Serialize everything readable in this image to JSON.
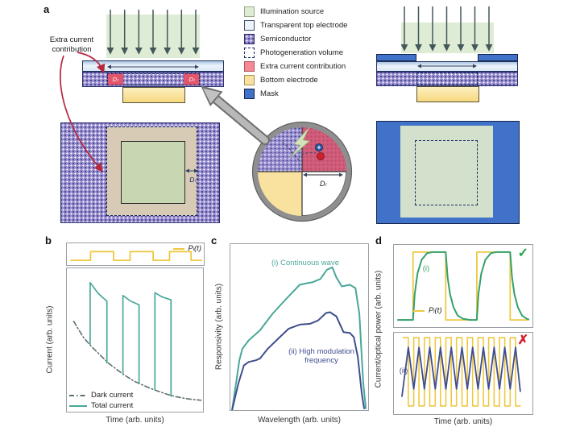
{
  "figure": {
    "panel_a": {
      "label": "a",
      "extra_current_label": "Extra current contribution",
      "d_l_label": "Dₗ",
      "legend_items": [
        {
          "label": "Illumination source",
          "swatch": "illumination"
        },
        {
          "label": "Transparent top electrode",
          "swatch": "electrode-top"
        },
        {
          "label": "Semiconductor",
          "swatch": "semiconductor"
        },
        {
          "label": "Photogeneration volume",
          "swatch": "photogen"
        },
        {
          "label": "Extra current contribution",
          "swatch": "extra-current"
        },
        {
          "label": "Bottom electrode",
          "swatch": "bottom-electrode"
        },
        {
          "label": "Mask",
          "swatch": "mask"
        }
      ]
    },
    "panel_b": {
      "label": "b"
    },
    "panel_c": {
      "label": "c"
    },
    "panel_d": {
      "label": "d"
    }
  },
  "colors": {
    "teal_curve": "#4aa79a",
    "navy_curve": "#3f4e8d",
    "yellow_curve": "#eec843",
    "dark_current": "#5f6f6f",
    "response_green": "#35a06b",
    "check_green": "#27a348",
    "cross_red": "#d41f2f",
    "semiconductor_purple": "#998fd0",
    "mask_blue": "#3f72c8",
    "bottom_electrode_yellow": "#f9e2a0",
    "extra_current_red": "#e2566c",
    "illumination_green": "#dfecd5",
    "red_arrow": "#b5273d"
  },
  "chart_data": [
    {
      "id": "chart-b-power",
      "type": "line",
      "panel": "b",
      "series": [
        {
          "name": "Pᵢ(t)",
          "color": "#eec843",
          "width": 1.8,
          "points": [
            [
              0.03,
              0.22
            ],
            [
              0.173,
              0.22
            ],
            [
              0.173,
              0.62
            ],
            [
              0.341,
              0.62
            ],
            [
              0.341,
              0.22
            ],
            [
              0.462,
              0.22
            ],
            [
              0.462,
              0.62
            ],
            [
              0.63,
              0.62
            ],
            [
              0.63,
              0.22
            ],
            [
              0.75,
              0.22
            ],
            [
              0.75,
              0.62
            ],
            [
              0.907,
              0.62
            ],
            [
              0.907,
              0.22
            ],
            [
              0.985,
              0.22
            ]
          ]
        }
      ]
    },
    {
      "id": "chart-b-current",
      "type": "line",
      "panel": "b",
      "xlabel": "Time (arb. units)",
      "ylabel": "Current (arb. units)",
      "legend_position": "bottom-left",
      "series": [
        {
          "name": "Dark current",
          "color": "#5f6f6f",
          "width": 1.6,
          "dash": "6 3 1.5 3",
          "points": [
            [
              0.05,
              0.63
            ],
            [
              0.12,
              0.52
            ],
            [
              0.18,
              0.455
            ],
            [
              0.25,
              0.39
            ],
            [
              0.31,
              0.335
            ],
            [
              0.38,
              0.285
            ],
            [
              0.44,
              0.245
            ],
            [
              0.5,
              0.21
            ],
            [
              0.56,
              0.185
            ],
            [
              0.62,
              0.16
            ],
            [
              0.68,
              0.14
            ],
            [
              0.74,
              0.12
            ],
            [
              0.8,
              0.105
            ],
            [
              0.87,
              0.092
            ],
            [
              0.93,
              0.085
            ],
            [
              0.985,
              0.08
            ]
          ]
        },
        {
          "name": "Total current",
          "color": "#4aa79a",
          "width": 1.7,
          "segments": [
            [
              [
                0.171,
                0.462
              ],
              [
                0.171,
                0.9
              ],
              [
                0.23,
                0.825
              ],
              [
                0.294,
                0.77
              ],
              [
                0.294,
                0.34
              ]
            ],
            [
              [
                0.412,
                0.26
              ],
              [
                0.412,
                0.81
              ],
              [
                0.47,
                0.77
              ],
              [
                0.53,
                0.745
              ],
              [
                0.53,
                0.195
              ]
            ],
            [
              [
                0.647,
                0.15
              ],
              [
                0.647,
                0.83
              ],
              [
                0.7,
                0.8
              ],
              [
                0.765,
                0.78
              ],
              [
                0.765,
                0.108
              ]
            ]
          ]
        }
      ]
    },
    {
      "id": "chart-c",
      "type": "line",
      "panel": "c",
      "xlabel": "Wavelength (arb. units)",
      "ylabel": "Responsivity (arb. units)",
      "series": [
        {
          "name": "(i) Continuous wave",
          "color": "#4aa79a",
          "width": 2,
          "points": [
            [
              0.012,
              0.0
            ],
            [
              0.03,
              0.1
            ],
            [
              0.046,
              0.19
            ],
            [
              0.065,
              0.3
            ],
            [
              0.087,
              0.37
            ],
            [
              0.133,
              0.42
            ],
            [
              0.214,
              0.48
            ],
            [
              0.306,
              0.58
            ],
            [
              0.405,
              0.67
            ],
            [
              0.503,
              0.755
            ],
            [
              0.56,
              0.765
            ],
            [
              0.595,
              0.77
            ],
            [
              0.653,
              0.79
            ],
            [
              0.7,
              0.845
            ],
            [
              0.74,
              0.86
            ],
            [
              0.769,
              0.8
            ],
            [
              0.809,
              0.745
            ],
            [
              0.867,
              0.755
            ],
            [
              0.908,
              0.735
            ],
            [
              0.936,
              0.58
            ],
            [
              0.955,
              0.3
            ],
            [
              0.965,
              0.16
            ],
            [
              0.983,
              0.01
            ]
          ]
        },
        {
          "name": "(ii) High modulation frequency",
          "color": "#3f4e8d",
          "width": 2,
          "points": [
            [
              0.012,
              0.0
            ],
            [
              0.035,
              0.08
            ],
            [
              0.058,
              0.16
            ],
            [
              0.098,
              0.27
            ],
            [
              0.133,
              0.29
            ],
            [
              0.185,
              0.3
            ],
            [
              0.214,
              0.31
            ],
            [
              0.272,
              0.37
            ],
            [
              0.347,
              0.43
            ],
            [
              0.422,
              0.49
            ],
            [
              0.503,
              0.515
            ],
            [
              0.578,
              0.52
            ],
            [
              0.636,
              0.54
            ],
            [
              0.694,
              0.585
            ],
            [
              0.723,
              0.59
            ],
            [
              0.769,
              0.565
            ],
            [
              0.821,
              0.47
            ],
            [
              0.867,
              0.465
            ],
            [
              0.896,
              0.44
            ],
            [
              0.925,
              0.32
            ],
            [
              0.954,
              0.1
            ],
            [
              0.971,
              0.01
            ]
          ]
        }
      ]
    },
    {
      "id": "chart-d-top",
      "type": "line",
      "panel": "d",
      "verdict": "✓",
      "xlabel": "Time (arb. units)",
      "ylabel": "Current/optical power (arb. units)",
      "series": [
        {
          "name": "Pᵢ(t)",
          "color": "#eec843",
          "width": 1.8,
          "points": [
            [
              0.029,
              0.087
            ],
            [
              0.138,
              0.087
            ],
            [
              0.138,
              0.913
            ],
            [
              0.374,
              0.913
            ],
            [
              0.374,
              0.087
            ],
            [
              0.598,
              0.087
            ],
            [
              0.598,
              0.913
            ],
            [
              0.839,
              0.913
            ],
            [
              0.839,
              0.087
            ],
            [
              0.971,
              0.087
            ]
          ]
        },
        {
          "name": "(i)",
          "color": "#35a06b",
          "width": 2,
          "points": [
            [
              0.029,
              0.087
            ],
            [
              0.138,
              0.087
            ],
            [
              0.15,
              0.4
            ],
            [
              0.17,
              0.65
            ],
            [
              0.2,
              0.82
            ],
            [
              0.24,
              0.9
            ],
            [
              0.28,
              0.913
            ],
            [
              0.374,
              0.913
            ],
            [
              0.388,
              0.6
            ],
            [
              0.405,
              0.4
            ],
            [
              0.43,
              0.24
            ],
            [
              0.46,
              0.14
            ],
            [
              0.5,
              0.1
            ],
            [
              0.55,
              0.087
            ],
            [
              0.598,
              0.087
            ],
            [
              0.61,
              0.4
            ],
            [
              0.63,
              0.65
            ],
            [
              0.66,
              0.82
            ],
            [
              0.7,
              0.9
            ],
            [
              0.74,
              0.913
            ],
            [
              0.839,
              0.913
            ],
            [
              0.853,
              0.6
            ],
            [
              0.87,
              0.4
            ],
            [
              0.895,
              0.24
            ],
            [
              0.925,
              0.14
            ],
            [
              0.96,
              0.1
            ],
            [
              0.971,
              0.095
            ]
          ]
        }
      ]
    },
    {
      "id": "chart-d-bottom",
      "type": "line",
      "panel": "d",
      "verdict": "✗",
      "series": [
        {
          "name": "Pᵢ(t)",
          "color": "#eec843",
          "width": 1.6,
          "points": [
            [
              0.065,
              0.94
            ],
            [
              0.104,
              0.94
            ],
            [
              0.104,
              0.1
            ],
            [
              0.143,
              0.1
            ],
            [
              0.143,
              0.94
            ],
            [
              0.181,
              0.94
            ],
            [
              0.181,
              0.1
            ],
            [
              0.22,
              0.1
            ],
            [
              0.22,
              0.94
            ],
            [
              0.259,
              0.94
            ],
            [
              0.259,
              0.1
            ],
            [
              0.298,
              0.1
            ],
            [
              0.298,
              0.94
            ],
            [
              0.336,
              0.94
            ],
            [
              0.336,
              0.1
            ],
            [
              0.375,
              0.1
            ],
            [
              0.375,
              0.94
            ],
            [
              0.414,
              0.94
            ],
            [
              0.414,
              0.1
            ],
            [
              0.452,
              0.1
            ],
            [
              0.452,
              0.94
            ],
            [
              0.491,
              0.94
            ],
            [
              0.491,
              0.1
            ],
            [
              0.53,
              0.1
            ],
            [
              0.53,
              0.94
            ],
            [
              0.568,
              0.94
            ],
            [
              0.568,
              0.1
            ],
            [
              0.607,
              0.1
            ],
            [
              0.607,
              0.94
            ],
            [
              0.646,
              0.94
            ],
            [
              0.646,
              0.1
            ],
            [
              0.684,
              0.1
            ],
            [
              0.684,
              0.94
            ],
            [
              0.723,
              0.94
            ],
            [
              0.723,
              0.1
            ],
            [
              0.762,
              0.1
            ],
            [
              0.762,
              0.94
            ],
            [
              0.8,
              0.94
            ],
            [
              0.8,
              0.1
            ],
            [
              0.839,
              0.1
            ],
            [
              0.839,
              0.94
            ],
            [
              0.878,
              0.94
            ],
            [
              0.878,
              0.1
            ],
            [
              0.912,
              0.1
            ]
          ]
        },
        {
          "name": "(ii)",
          "color": "#3f4e8d",
          "width": 1.8,
          "points": [
            [
              0.058,
              0.22
            ],
            [
              0.104,
              0.82
            ],
            [
              0.143,
              0.31
            ],
            [
              0.181,
              0.82
            ],
            [
              0.22,
              0.31
            ],
            [
              0.259,
              0.82
            ],
            [
              0.298,
              0.31
            ],
            [
              0.336,
              0.82
            ],
            [
              0.375,
              0.31
            ],
            [
              0.414,
              0.82
            ],
            [
              0.452,
              0.31
            ],
            [
              0.491,
              0.82
            ],
            [
              0.53,
              0.31
            ],
            [
              0.568,
              0.82
            ],
            [
              0.607,
              0.31
            ],
            [
              0.646,
              0.82
            ],
            [
              0.684,
              0.31
            ],
            [
              0.723,
              0.82
            ],
            [
              0.762,
              0.31
            ],
            [
              0.8,
              0.82
            ],
            [
              0.839,
              0.31
            ],
            [
              0.878,
              0.82
            ],
            [
              0.912,
              0.28
            ]
          ]
        }
      ]
    }
  ]
}
